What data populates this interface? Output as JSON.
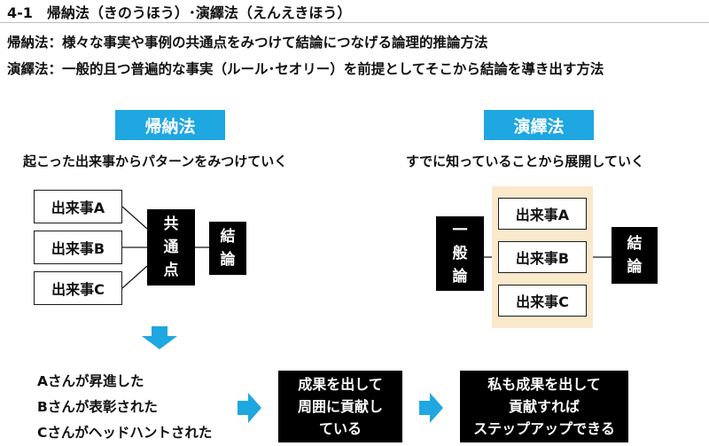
{
  "title": "4-1　帰納法（きのうほう）･演繹法（えんえきほう）",
  "definitions": {
    "inductive": "帰納法：様々な事実や事例の共通点をみつけて結論につなげる論理的推論方法",
    "deductive": "演繹法：一般的且つ普遍的な事実（ルール･セオリー）を前提としてそこから結論を導き出す方法"
  },
  "induction": {
    "header": "帰納法",
    "subtitle": "起こった出来事からパターンをみつけていく",
    "events": [
      "出来事A",
      "出来事B",
      "出来事C"
    ],
    "common": [
      "共",
      "通",
      "点"
    ],
    "conclusion": [
      "結",
      "論"
    ],
    "examples": [
      "Aさんが昇進した",
      "Bさんが表彰された",
      "Cさんがヘッドハントされた"
    ],
    "result1": [
      "成果を出して",
      "周囲に貢献し",
      "ている"
    ],
    "result2": [
      "私も成果を出して",
      "貢献すれば",
      "ステップアップできる"
    ]
  },
  "deduction": {
    "header": "演繹法",
    "subtitle": "すでに知っていることから展開していく",
    "general": [
      "一",
      "般",
      "論"
    ],
    "events": [
      "出来事A",
      "出来事B",
      "出来事C"
    ],
    "conclusion": [
      "結",
      "論"
    ]
  },
  "colors": {
    "accent": "#1ea7e1",
    "box": "#000000",
    "highlight": "#fbe9cb"
  }
}
